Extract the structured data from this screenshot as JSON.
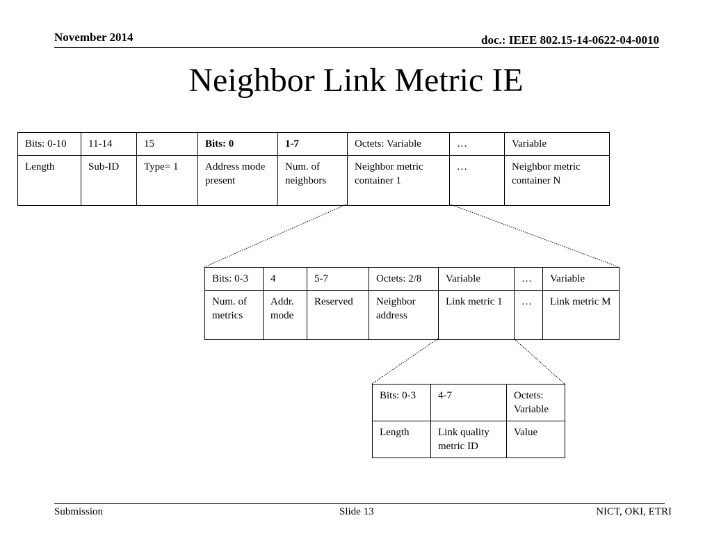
{
  "header": {
    "date": "November 2014",
    "doc": "doc.: IEEE 802.15-14-0622-04-0010"
  },
  "title": "Neighbor Link Metric IE",
  "table_ie": {
    "header": [
      "Bits: 0-10",
      "11-14",
      "15",
      "Bits: 0",
      "1-7",
      "Octets: Variable",
      "…",
      "Variable"
    ],
    "cells": [
      "Length",
      "Sub-ID",
      "Type= 1",
      "Address mode present",
      "Num. of neighbors",
      "Neighbor metric container  1",
      "…",
      "Neighbor metric container N"
    ]
  },
  "table_container": {
    "header": [
      "Bits: 0-3",
      "4",
      "5-7",
      "Octets: 2/8",
      "Variable",
      "…",
      "Variable"
    ],
    "cells": [
      "Num. of metrics",
      "Addr. mode",
      "Reserved",
      "Neighbor address",
      "Link metric 1",
      "…",
      "Link metric M"
    ]
  },
  "table_metric": {
    "header": [
      "Bits: 0-3",
      "4-7",
      "Octets: Variable"
    ],
    "cells": [
      "Length",
      "Link quality metric ID",
      "Value"
    ]
  },
  "footer": {
    "left": "Submission",
    "center": "Slide 13",
    "right": "NICT, OKI, ETRI"
  },
  "colors": {
    "text": "#000000",
    "background": "#ffffff"
  }
}
